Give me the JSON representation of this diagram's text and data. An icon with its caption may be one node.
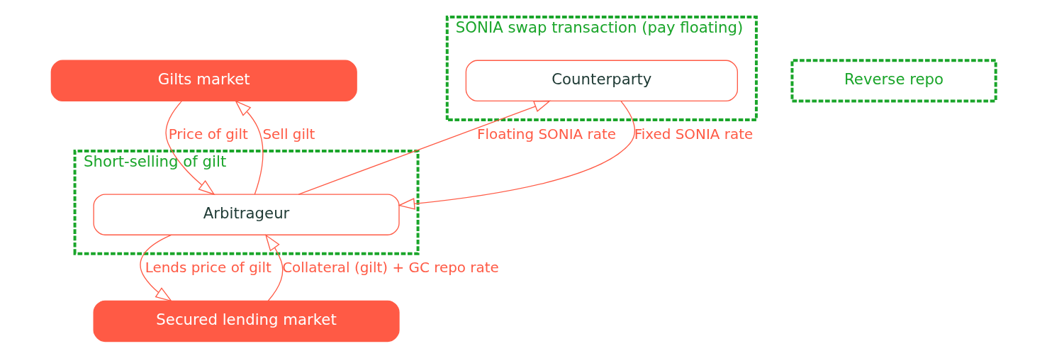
{
  "diagram": {
    "nodes": [
      {
        "text": [
          "Gilts market"
        ]
      },
      {
        "text": [
          "Short-selling of gilt"
        ]
      },
      {
        "text": [
          "Arbitrageur"
        ],
        "in": 1
      },
      {
        "text": [
          "Reverse repo"
        ]
      },
      {
        "text": [
          "Secured lending market"
        ]
      },
      {
        "text": [
          "SONIA swap transaction (pay floating)"
        ]
      },
      {
        "text": [
          "Counterparty"
        ],
        "in": 5
      }
    ],
    "edges": [
      {
        "from": 0,
        "to": 2,
        "arrow": "to",
        "label": "Price of gilt"
      },
      {
        "from": 2,
        "to": 0,
        "arrow": "to",
        "label": "Sell gilt"
      },
      {
        "from": 2,
        "to": 4,
        "arrow": "to",
        "label": "Lends price of gilt"
      },
      {
        "from": 4,
        "to": 2,
        "arrow": "to",
        "label": "Collateral (gilt) + GC repo rate"
      },
      {
        "from": 2,
        "to": 6,
        "arrow": "to",
        "label": "Floating SONIA rate"
      },
      {
        "from": 6,
        "to": 2,
        "arrow": "to",
        "label": "Fixed SONIA rate"
      }
    ]
  }
}
